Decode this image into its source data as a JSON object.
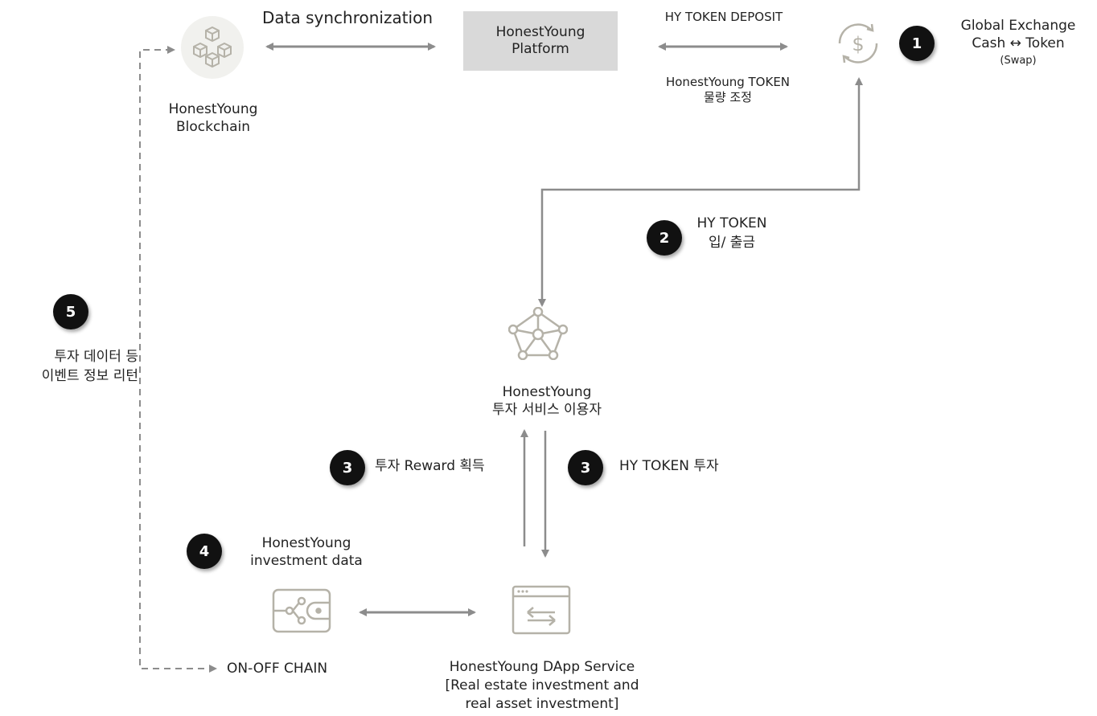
{
  "platform": {
    "line1": "HonestYoung",
    "line2": "Platform"
  },
  "labels": {
    "data_sync": "Data synchronization",
    "deposit": "HY TOKEN DEPOSIT",
    "token_adjust_1": "HonestYoung TOKEN",
    "token_adjust_2": "물량 조정",
    "blockchain_1": "HonestYoung",
    "blockchain_2": "Blockchain",
    "exchange_1": "Global Exchange",
    "exchange_2": "Cash ↔ Token",
    "exchange_3": "(Swap)",
    "hy_token_io_1": "HY TOKEN",
    "hy_token_io_2": "입/ 출금",
    "user_1": "HonestYoung",
    "user_2": "투자 서비스 이용자",
    "reward": "투자 Reward 획득",
    "invest": "HY TOKEN 투자",
    "inv_data_1": "HonestYoung",
    "inv_data_2": "investment data",
    "on_off": "ON-OFF CHAIN",
    "dapp_1": "HonestYoung DApp Service",
    "dapp_2": "[Real estate investment and",
    "dapp_3": "real asset investment]",
    "event_1": "투자  데이터 등",
    "event_2": "이벤트 정보 리턴"
  },
  "badges": {
    "b1": "1",
    "b2": "2",
    "b3a": "3",
    "b3b": "3",
    "b4": "4",
    "b5": "5"
  },
  "icons": {
    "blockchain": "blockchain-cubes-icon",
    "exchange": "dollar-exchange-icon",
    "network": "network-pentagon-icon",
    "wallet": "wallet-icon",
    "dapp": "browser-exchange-icon"
  },
  "colors": {
    "line": "#8c8c8c",
    "icon": "#b5b2a8",
    "badge": "#111111",
    "platform_bg": "#d9d9d9"
  }
}
